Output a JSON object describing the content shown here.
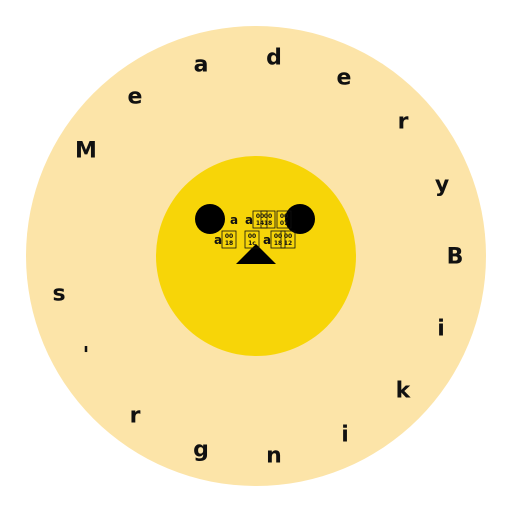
{
  "colors": {
    "outer_ring": "#fce4a8",
    "inner_face": "#f7d508",
    "features": "#000000",
    "text": "#111111"
  },
  "ring_text": [
    "d",
    "e",
    "r",
    "y",
    "B",
    "i",
    "k",
    "i",
    "n",
    "g",
    "r",
    "'",
    "s",
    "M",
    "e",
    "a"
  ],
  "face": {
    "eyes": [
      "left-eye",
      "right-eye"
    ],
    "nose": "triangle-nose",
    "glyphs": [
      {
        "letter": "a",
        "digits": []
      },
      {
        "letter": "a",
        "digits": [
          "00",
          "14"
        ]
      },
      {
        "letter": "",
        "digits": [
          "00",
          "18"
        ]
      },
      {
        "letter": "",
        "digits": [
          "00",
          "07"
        ]
      },
      {
        "letter": "a",
        "digits": [
          "00",
          "18"
        ]
      },
      {
        "letter": "",
        "digits": [
          "00",
          "1c"
        ]
      },
      {
        "letter": "a",
        "digits": [
          "00",
          "18"
        ]
      },
      {
        "letter": "",
        "digits": [
          "00",
          "12"
        ]
      }
    ]
  }
}
